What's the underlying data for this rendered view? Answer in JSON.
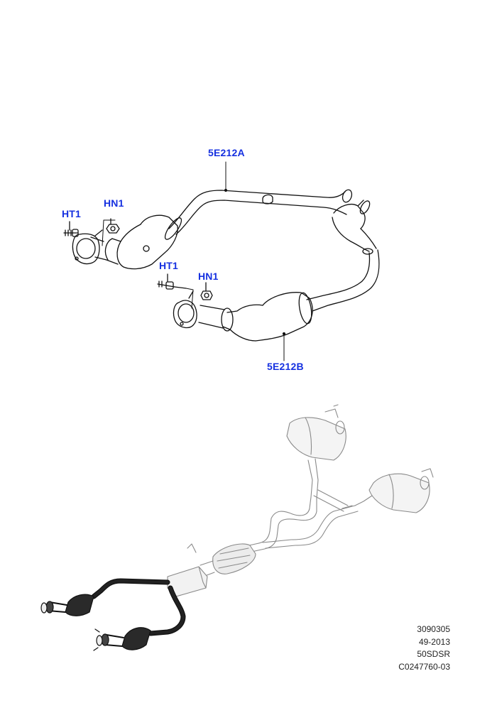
{
  "callouts": {
    "pipe_a": "5E212A",
    "pipe_b": "5E212B",
    "ht1_upper": "HT1",
    "hn1_upper": "HN1",
    "ht1_lower": "HT1",
    "hn1_lower": "HN1"
  },
  "reference": {
    "line1": "3090305",
    "line2": "49-2013",
    "line3": "50SDSR",
    "line4": "C0247760-03"
  },
  "colors": {
    "callout": "#1530e0",
    "line": "#111111",
    "ghost": "#8a8a8a",
    "highlight": "#111111"
  }
}
